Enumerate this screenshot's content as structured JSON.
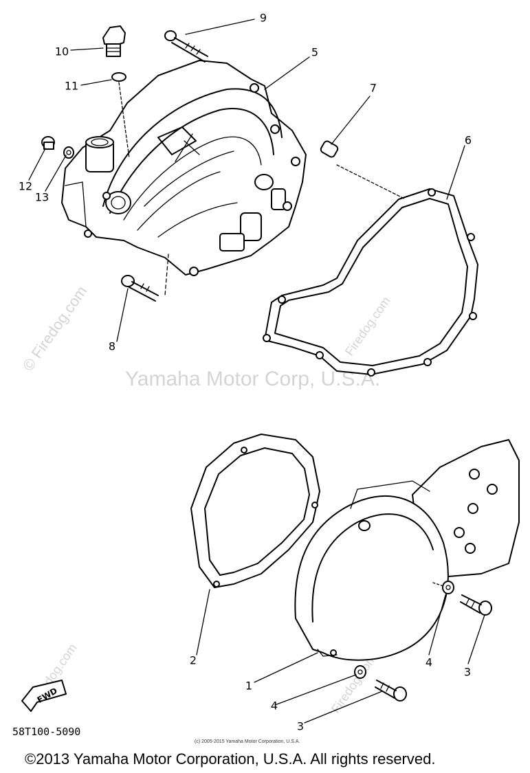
{
  "watermarks": {
    "main": "Yamaha Motor Corp, U.S.A.",
    "site": "© Firedog.com",
    "site_short": "Firedog.com"
  },
  "callouts": {
    "c1": "1",
    "c2": "2",
    "c3a": "3",
    "c3b": "3",
    "c4a": "4",
    "c4b": "4",
    "c5": "5",
    "c6": "6",
    "c7": "7",
    "c8": "8",
    "c9": "9",
    "c10": "10",
    "c11": "11",
    "c12": "12",
    "c13": "13"
  },
  "fwd_label": "FWD",
  "diagram_code": "58T100-5090",
  "small_copyright": "(c) 2005-2015 Yamaha Motor Corporation, U.S.A.",
  "copyright": "©2013 Yamaha Motor Corporation, U.S.A. All rights reserved."
}
